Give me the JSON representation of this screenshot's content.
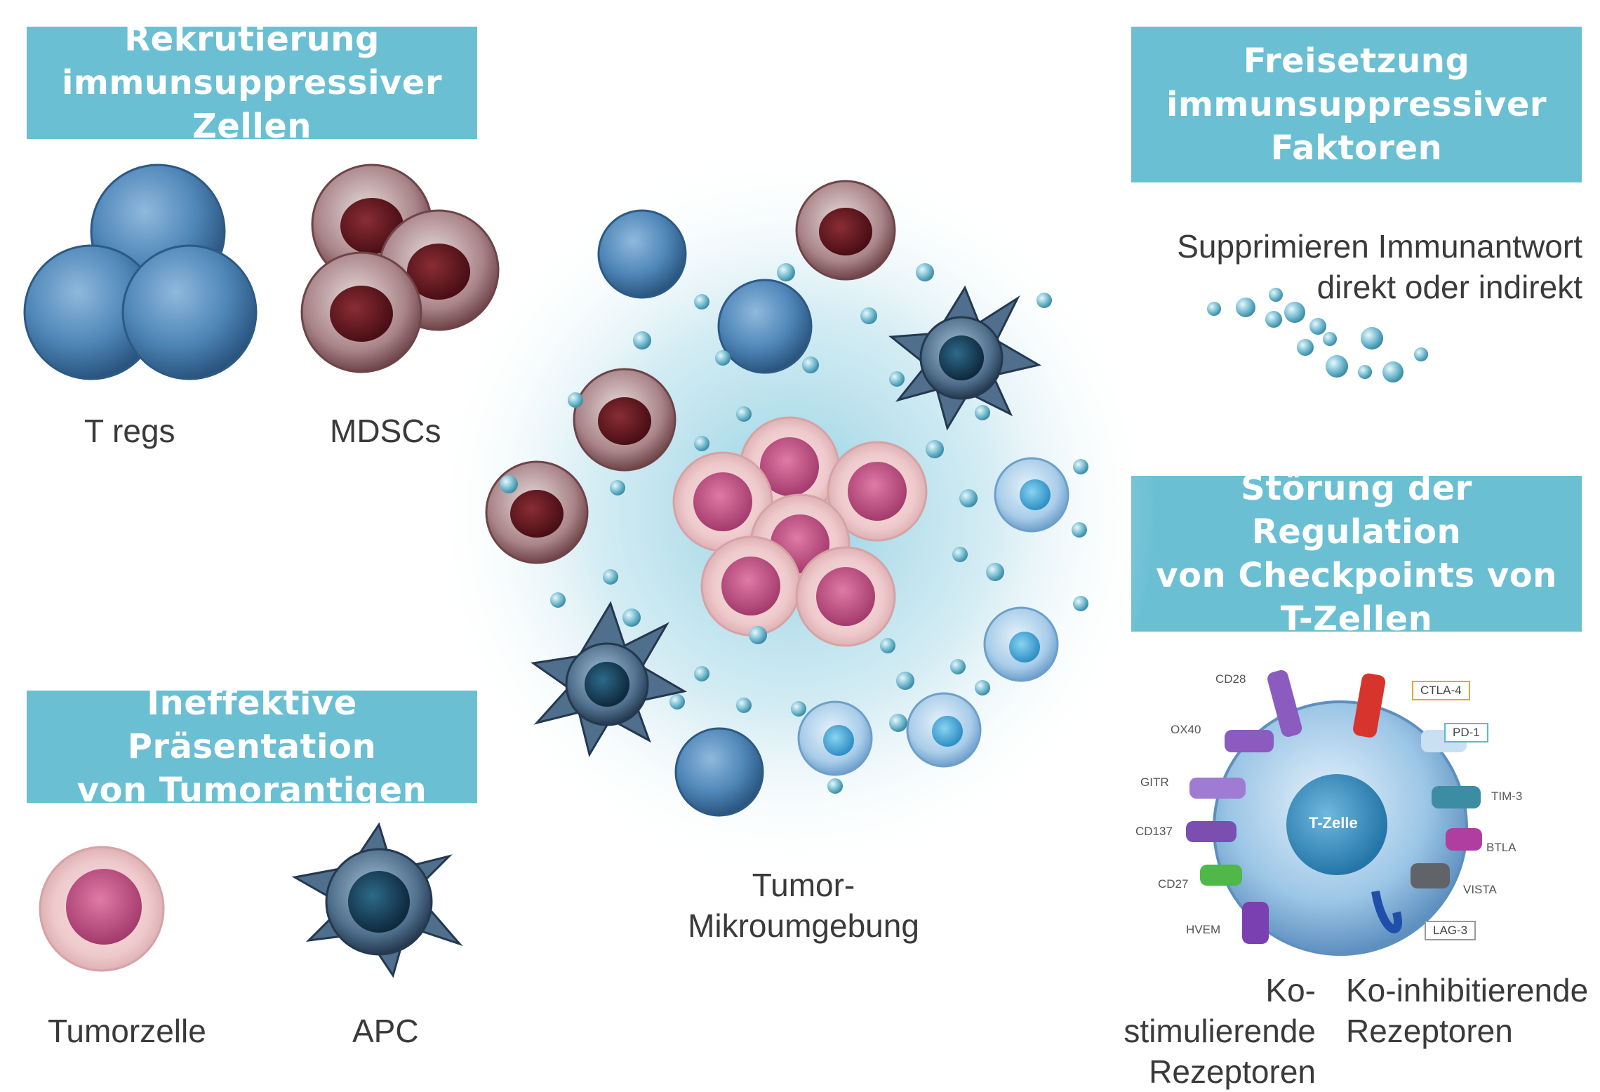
{
  "banners": {
    "recruit": [
      "Rekrutierung",
      "immunsuppressiver Zellen"
    ],
    "release": [
      "Freisetzung",
      "immunsuppressiver",
      "Faktoren"
    ],
    "checkpoint": [
      "Störung der Regulation",
      "von Checkpoints von",
      "T-Zellen"
    ],
    "presentation": [
      "Ineffektive Präsentation",
      "von Tumorantigen"
    ]
  },
  "labels": {
    "tregs": "T regs",
    "mdscs": "MDSCs",
    "tumor_cell": "Tumorzelle",
    "apc": "APC",
    "microenvironment": [
      "Tumor-",
      "Mikroumgebung"
    ],
    "suppress": [
      "Supprimieren Immunantwort",
      "direkt oder indirekt"
    ],
    "co_stim": [
      "Ko-stimulierende",
      "Rezeptoren"
    ],
    "co_inhib": [
      "Ko-inhibitierende",
      "Rezeptoren"
    ],
    "t_cell": "T-Zelle"
  },
  "receptors": {
    "stimulatory": [
      "CD28",
      "OX40",
      "GITR",
      "CD137",
      "CD27",
      "HVEM"
    ],
    "inhibitory": [
      "CTLA-4",
      "PD-1",
      "TIM-3",
      "BTLA",
      "VISTA",
      "LAG-3"
    ]
  },
  "colors": {
    "banner": "#6bbfd3",
    "treg": "#4f86b8",
    "mdsc": "#8a5a60",
    "tumor": "#c65a8a",
    "apc": "#2f5575",
    "tcell": "#9fc9e6",
    "ctla4_box": "#f0a030",
    "pd1_box": "#5ab8d8"
  }
}
